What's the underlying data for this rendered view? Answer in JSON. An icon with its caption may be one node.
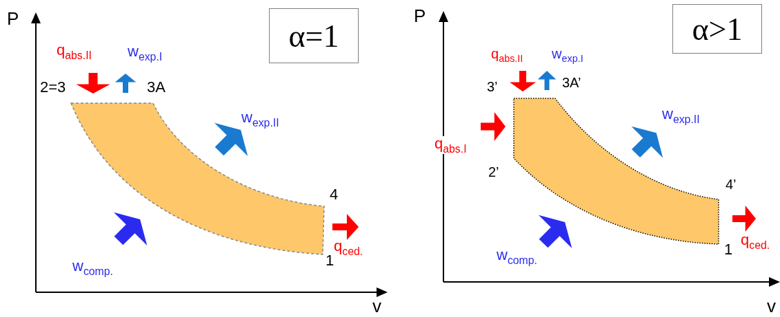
{
  "diagram": {
    "nodes": [
      {
        "text": [
          "α=1"
        ]
      },
      {
        "text": [
          "α>1"
        ]
      }
    ],
    "labels": [
      "P",
      "q$_{abs.II}$",
      "w$_{exp.I}$",
      "2=3",
      "3A",
      "w$_{exp.II}$",
      "4",
      "q$_{ced.}$",
      "1",
      "w$_{comp.}$",
      "v",
      "P",
      "q$_{abs.II}$",
      "w$_{exp.I}$",
      "3’",
      "3A’",
      "w$_{exp.II}$",
      "q$_{abs.I}$",
      "2’",
      "4’",
      "1",
      "q$_{ced.}$",
      "w$_{comp.}$",
      "v"
    ]
  }
}
